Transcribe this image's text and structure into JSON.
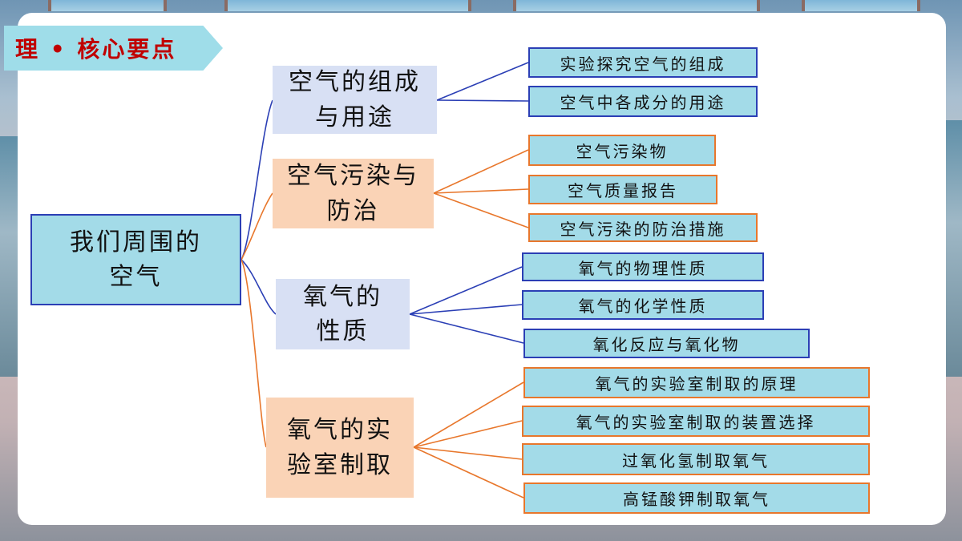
{
  "slide": {
    "banner": "理 • 核心要点"
  },
  "root": {
    "lines": [
      "我们周围的",
      "空气"
    ]
  },
  "branches": [
    {
      "lines": [
        "空气的组成",
        "与用途"
      ],
      "children": [
        "实验探究空气的组成",
        "空气中各成分的用途"
      ]
    },
    {
      "lines": [
        "空气污染与",
        "防治"
      ],
      "children": [
        "空气污染物",
        "空气质量报告",
        "空气污染的防治措施"
      ]
    },
    {
      "lines": [
        "氧气的",
        "性质"
      ],
      "children": [
        "氧气的物理性质",
        "氧气的化学性质",
        "氧化反应与氧化物"
      ]
    },
    {
      "lines": [
        "氧气的实",
        "验室制取"
      ],
      "children": [
        "氧气的实验室制取的原理",
        "氧气的实验室制取的装置选择",
        "过氧化氢制取氧气",
        "高锰酸钾制取氧气"
      ]
    }
  ],
  "colors": {
    "blue": "#2b3fb5",
    "orange": "#e8772c",
    "node_fill": "#a3dbe8",
    "lavender": "#d8e0f4",
    "peach": "#fad3b6",
    "banner_fill": "#9fdde9",
    "banner_text": "#c00000"
  }
}
